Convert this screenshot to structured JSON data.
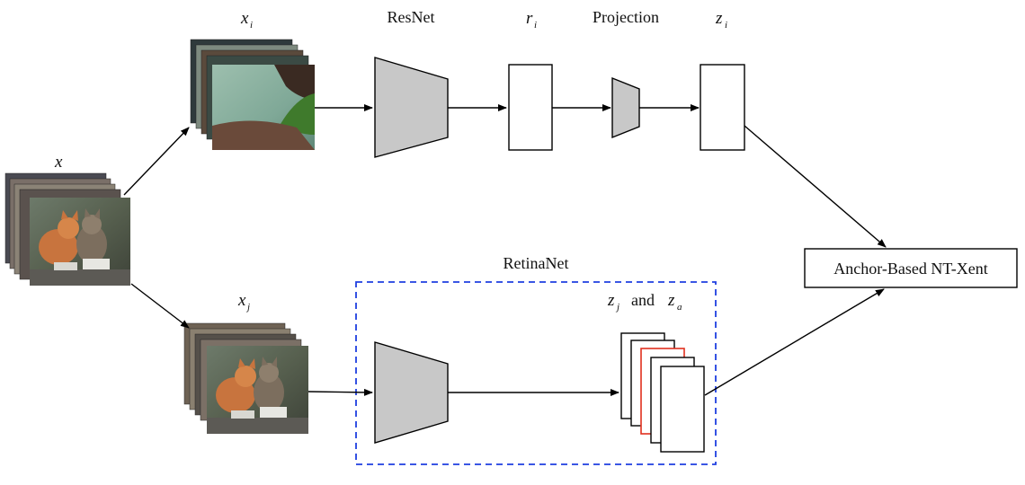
{
  "labels": {
    "resnet": "ResNet",
    "projection": "Projection",
    "retinanet": "RetinaNet",
    "loss": "Anchor-Based NT-Xent",
    "and": "and"
  },
  "vars": {
    "x": "x",
    "xi": "x",
    "xi_sub": "i",
    "xj": "x",
    "xj_sub": "j",
    "ri": "r",
    "ri_sub": "i",
    "zi": "z",
    "zi_sub": "i",
    "zj": "z",
    "zj_sub": "j",
    "za": "z",
    "za_sub": "a"
  },
  "images": {
    "input": "cat-photo",
    "view_i": "leaf-closeup-photo",
    "view_j": "cat-photo-crop"
  },
  "colors": {
    "block_fill": "#c8c8c8",
    "retinanet_border": "#1f3fe0",
    "anchor_highlight": "#e0301e"
  }
}
